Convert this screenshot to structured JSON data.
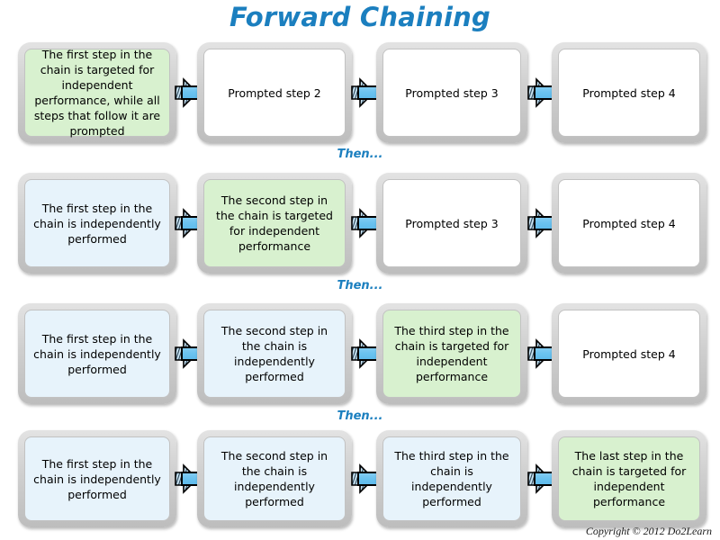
{
  "title": "Forward Chaining",
  "colors": {
    "title": "#1b7fbf",
    "target_fill": "#d8f1cf",
    "independent_fill": "#e7f3fb",
    "prompted_fill": "#ffffff",
    "frame": "#cfcfcf",
    "arrow_fill": "#6cc3f0",
    "arrow_outline": "#000000"
  },
  "separator_label": "Then...",
  "copyright": "Copyright © 2012 Do2Learn",
  "arrow_icon": "right-arrow-icon",
  "rows": [
    {
      "id": "row-1",
      "steps": [
        {
          "state": "green",
          "text": "The first step in the chain is targeted for independent performance, while all steps that follow it are prompted"
        },
        {
          "state": "white",
          "text": "Prompted step 2"
        },
        {
          "state": "white",
          "text": "Prompted step 3"
        },
        {
          "state": "white",
          "text": "Prompted step 4"
        }
      ]
    },
    {
      "id": "row-2",
      "steps": [
        {
          "state": "blue",
          "text": "The first step in the chain is independently performed"
        },
        {
          "state": "green",
          "text": "The second step in the chain is targeted for independent performance"
        },
        {
          "state": "white",
          "text": "Prompted step 3"
        },
        {
          "state": "white",
          "text": "Prompted step 4"
        }
      ]
    },
    {
      "id": "row-3",
      "steps": [
        {
          "state": "blue",
          "text": "The first step in the chain is  independently performed"
        },
        {
          "state": "blue",
          "text": "The second step in the chain is independently performed"
        },
        {
          "state": "green",
          "text": "The third step in the chain is targeted for independent performance"
        },
        {
          "state": "white",
          "text": "Prompted step 4"
        }
      ]
    },
    {
      "id": "row-4",
      "steps": [
        {
          "state": "blue",
          "text": "The first step in the chain is  independently performed"
        },
        {
          "state": "blue",
          "text": "The second step in the chain is independently performed"
        },
        {
          "state": "blue",
          "text": "The third step in the chain is independently performed"
        },
        {
          "state": "green",
          "text": "The last step in the chain is targeted for independent performance"
        }
      ]
    }
  ]
}
